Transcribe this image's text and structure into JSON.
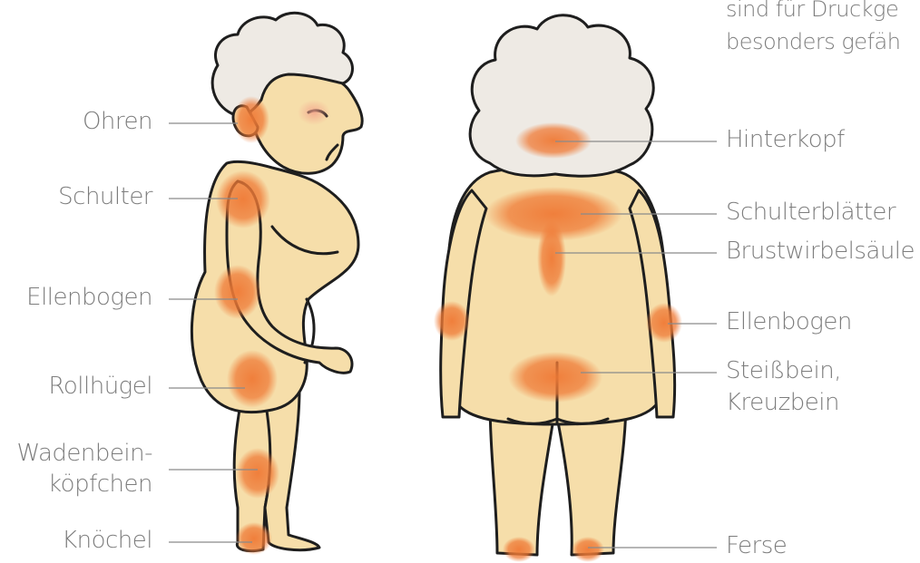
{
  "intro_text": [
    "sind für Druckge",
    "besonders gefäh"
  ],
  "colors": {
    "skin": "#f6deaa",
    "hair": "#eeeae4",
    "spot": "#ef7a36",
    "line": "#1e1e1e",
    "label": "#7d7d7d"
  },
  "side_view": {
    "labels": {
      "ears": "Ohren",
      "shoulder": "Schulter",
      "elbow": "Ellenbogen",
      "trochanter": "Rollhügel",
      "fibula_head_1": "Wadenbein-",
      "fibula_head_2": "köpfchen",
      "ankle": "Knöchel"
    }
  },
  "back_view": {
    "labels": {
      "back_of_head": "Hinterkopf",
      "shoulder_blades": "Schulterblätter",
      "thoracic_spine": "Brustwirbelsäule",
      "elbow": "Ellenbogen",
      "coccyx_1": "Steißbein,",
      "coccyx_2": "Kreuzbein",
      "heel": "Ferse"
    }
  }
}
